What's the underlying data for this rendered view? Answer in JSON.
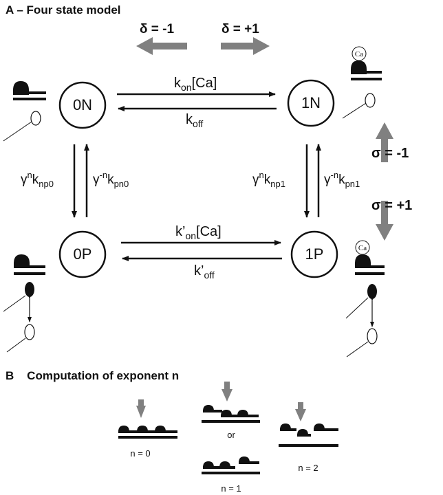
{
  "panel_a": {
    "title": "A – Four state model",
    "delta_minus": "δ = -1",
    "delta_plus": "δ = +1",
    "sigma_minus": "σ = -1",
    "sigma_plus": "σ = +1"
  },
  "states": {
    "s0n": "0N",
    "s1n": "1N",
    "s0p": "0P",
    "s1p": "1P"
  },
  "rates": {
    "kon": {
      "base": "k",
      "sub": "on",
      "suffix": "[Ca]"
    },
    "koff": {
      "base": "k",
      "sub": "off"
    },
    "kon_p": {
      "base": "k’",
      "sub": "on",
      "suffix": "[Ca]"
    },
    "koff_p": {
      "base": "k’",
      "sub": "off"
    },
    "np0": {
      "g": "γ",
      "sup": "n",
      "k": "k",
      "sub": "np0"
    },
    "pn0": {
      "g": "γ",
      "sup": "-n",
      "k": "k",
      "sub": "pn0"
    },
    "np1": {
      "g": "γ",
      "sup": "n",
      "k": "k",
      "sub": "np1"
    },
    "pn1": {
      "g": "γ",
      "sup": "-n",
      "k": "k",
      "sub": "pn1"
    }
  },
  "ca_label": "Ca",
  "panel_b": {
    "title": "B    Computation of exponent n",
    "n0": "n = 0",
    "or": "or",
    "n1": "n = 1",
    "n2": "n = 2"
  },
  "colors": {
    "ink": "#111111",
    "grey_arrow": "#808080"
  }
}
